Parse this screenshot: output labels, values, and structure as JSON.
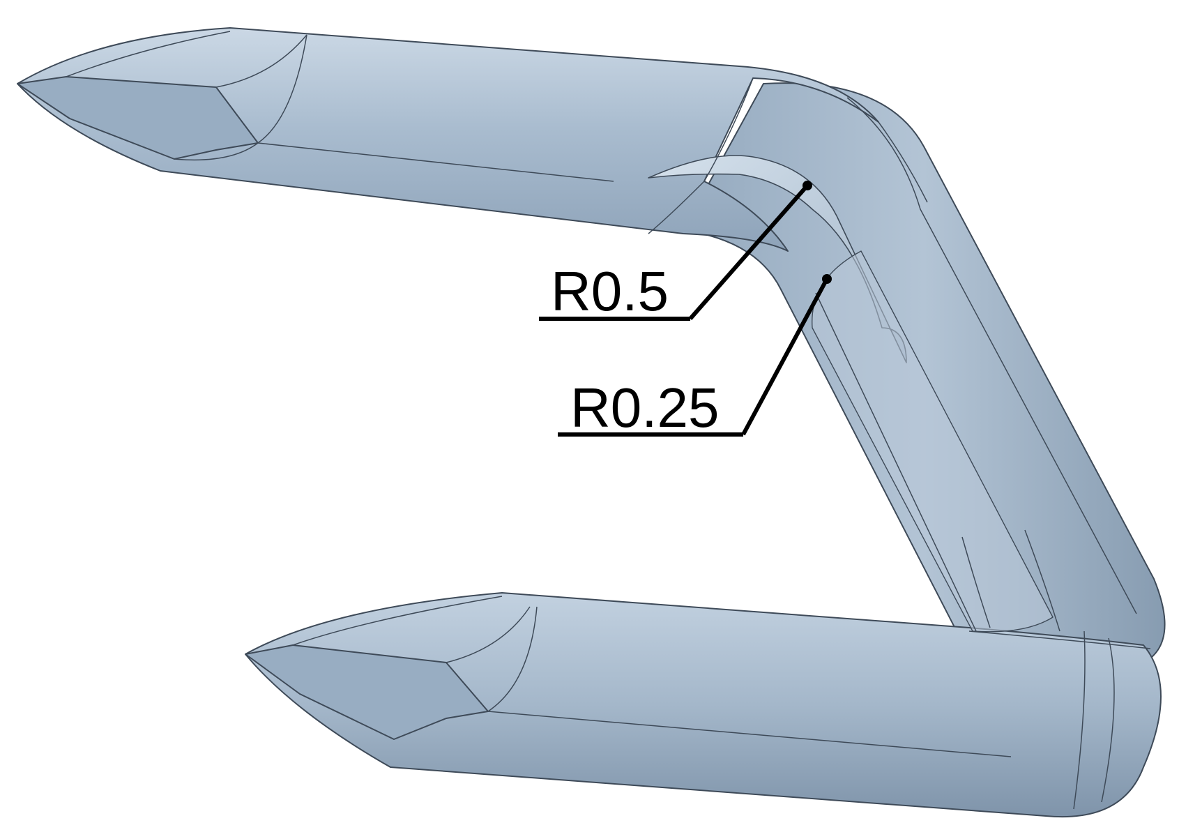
{
  "annotations": [
    {
      "id": "outer",
      "label": "R0.5"
    },
    {
      "id": "inner",
      "label": "R0.25"
    }
  ],
  "colors": {
    "part_body": "#a7b9cc",
    "part_light": "#c9d6e3",
    "part_dark": "#7f94aa",
    "edge_line": "#3e4a58",
    "leader": "#000000"
  }
}
